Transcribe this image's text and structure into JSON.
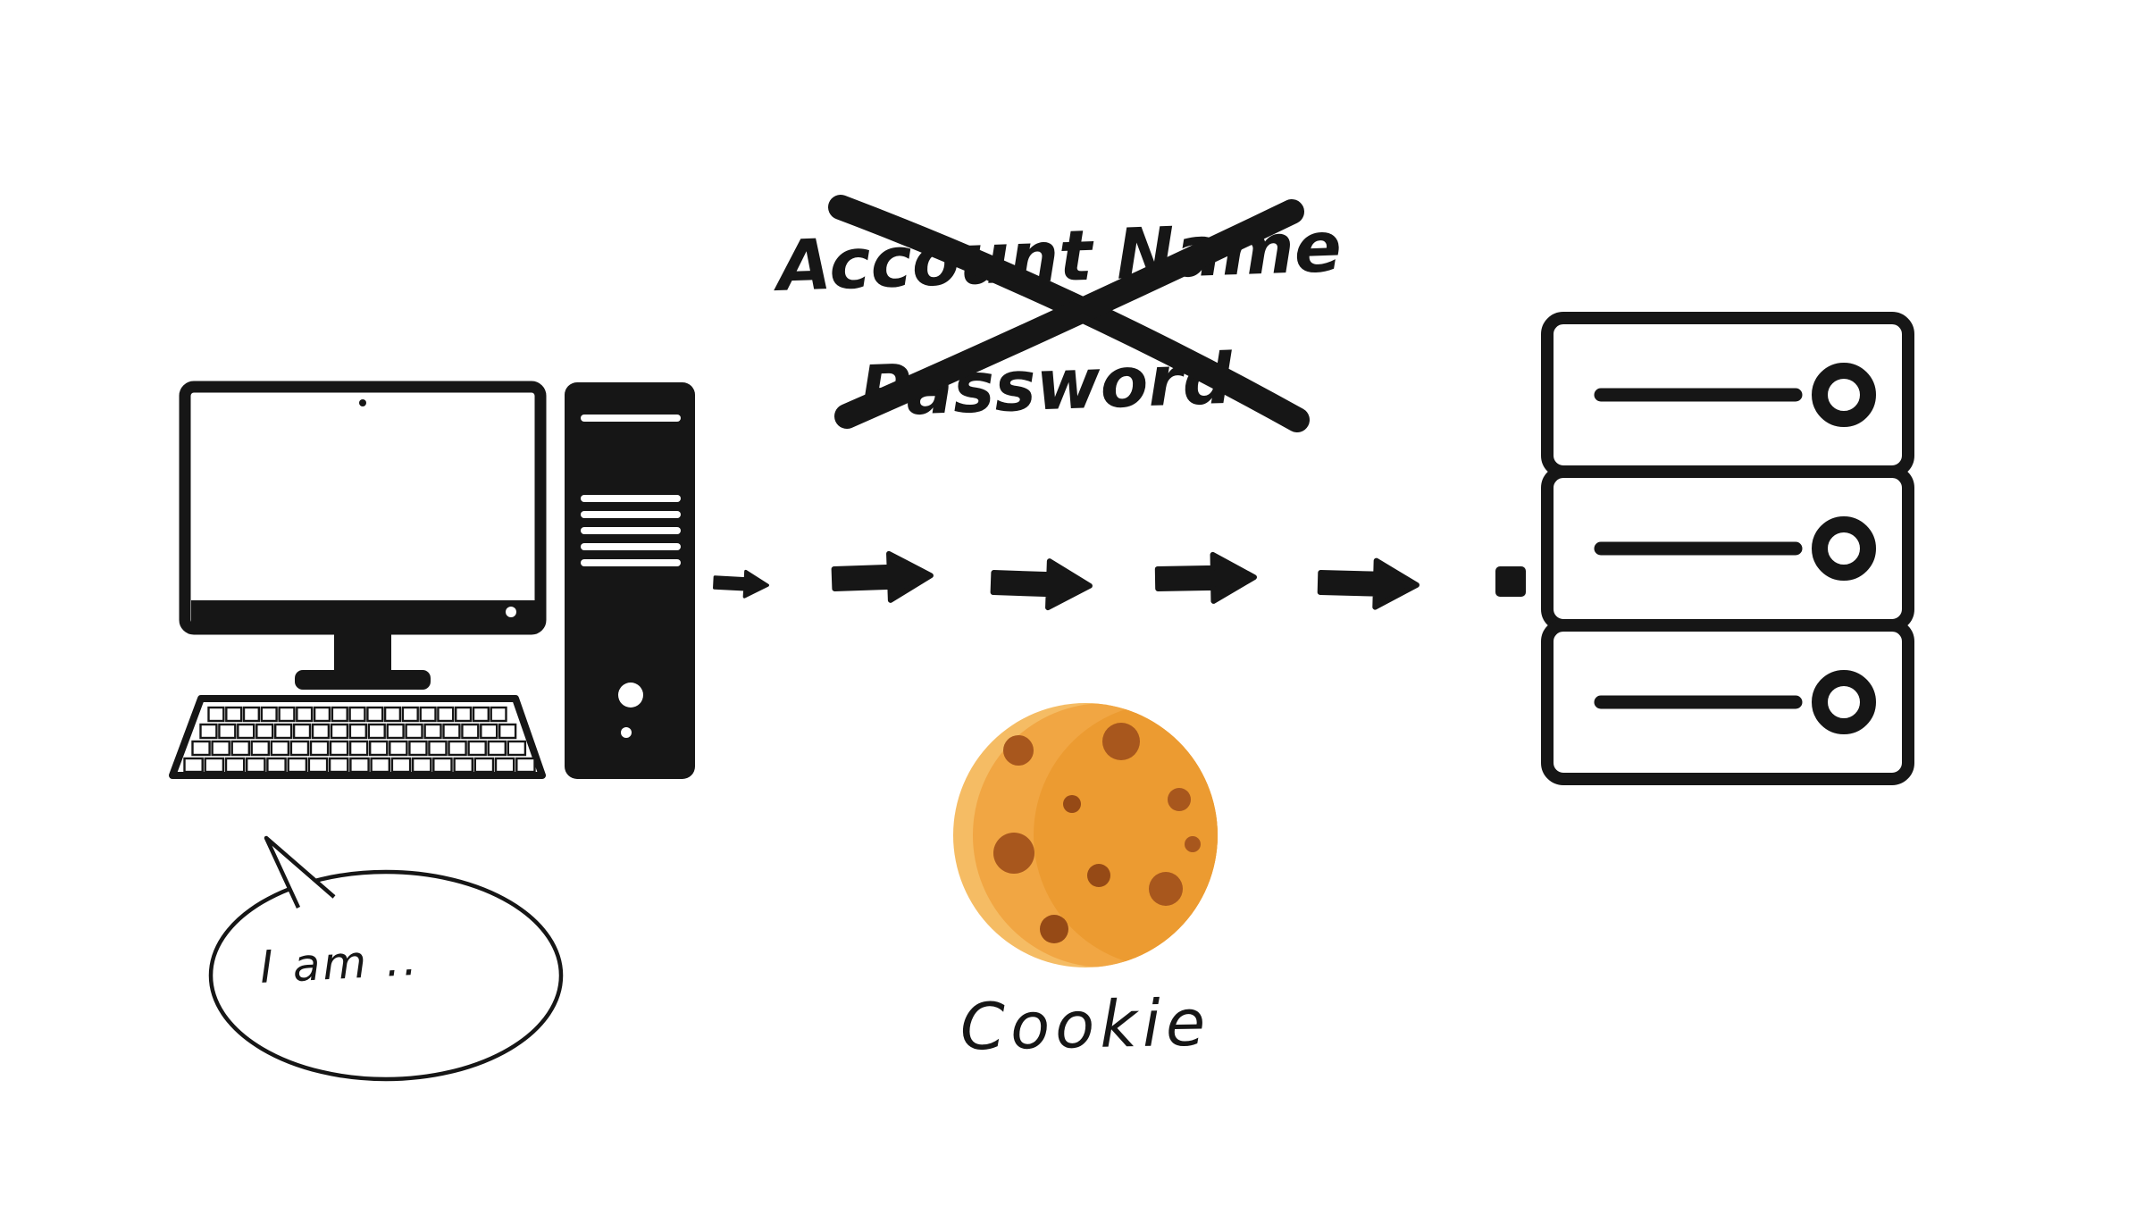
{
  "diagram": {
    "client_computer": {
      "speech_bubble": "I am .."
    },
    "credentials": {
      "account_name": "Account Name",
      "password": "Password",
      "crossed_out": true
    },
    "cookie": {
      "label": "Cookie"
    },
    "server": {
      "units": 3
    },
    "flow": {
      "direction": "left-to-right",
      "arrow_count": 5
    },
    "colors": {
      "ink": "#161616",
      "background": "#ffffff",
      "cookie_light": "#F5BC64",
      "cookie_body": "#F1A643",
      "cookie_shade": "#EC9B31",
      "chip": "#A8571D",
      "chip_dark": "#964A16"
    }
  }
}
